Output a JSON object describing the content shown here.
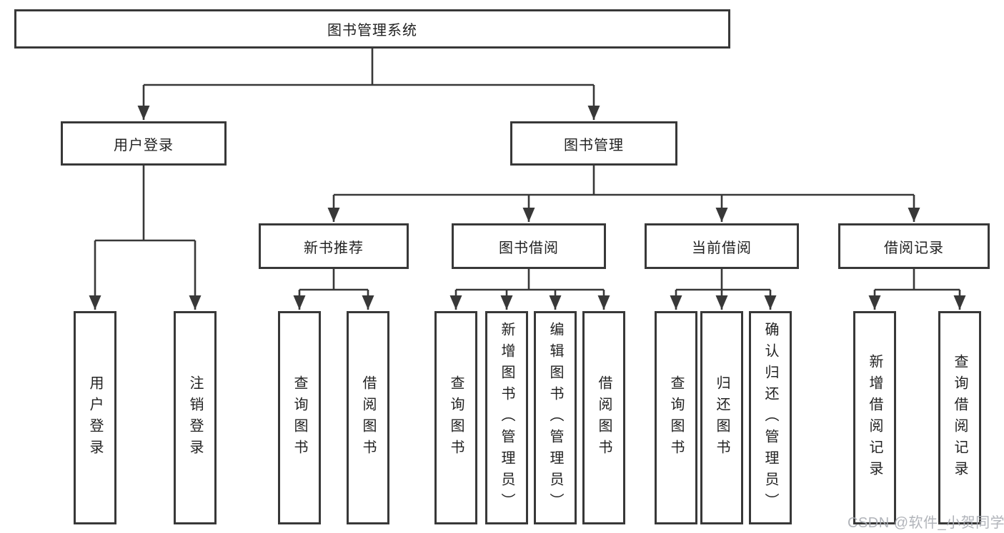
{
  "title": "图书管理系统",
  "level1": [
    "用户登录",
    "图书管理"
  ],
  "level2": [
    "新书推荐",
    "图书借阅",
    "当前借阅",
    "借阅记录"
  ],
  "leaves_login": [
    "用户登录",
    "注销登录"
  ],
  "leaves_recommend": [
    "查询图书",
    "借阅图书"
  ],
  "leaves_borrow": [
    "查询图书",
    "新增图书（管理员）",
    "编辑图书（管理员）",
    "借阅图书"
  ],
  "leaves_current": [
    "查询图书",
    "归还图书",
    "确认归还（管理员）"
  ],
  "leaves_records": [
    "新增借阅记录",
    "查询借阅记录"
  ],
  "watermark": "CSDN @软件_小贺同学",
  "colors": {
    "background": "#ffffff",
    "line": "#383838",
    "box_border": "#383838",
    "text": "#222222",
    "watermark": "#a8acb2"
  }
}
